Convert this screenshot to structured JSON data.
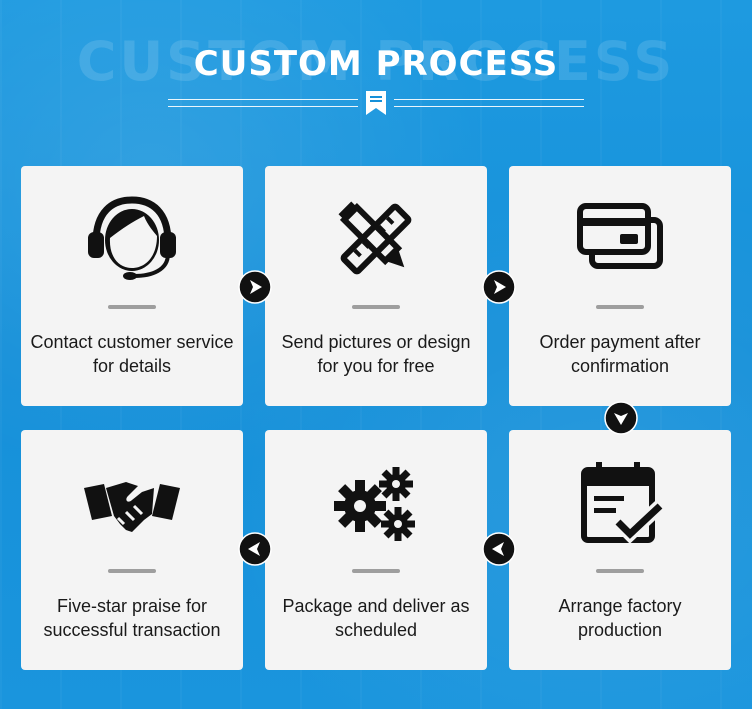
{
  "header": {
    "ghost_text": "CUSTOM PROCESS",
    "title": "CUSTOM PROCESS"
  },
  "steps": [
    {
      "label": "Contact customer service for details",
      "icon": "headset-agent-icon"
    },
    {
      "label": "Send pictures or design for you for free",
      "icon": "ruler-pencil-icon"
    },
    {
      "label": "Order payment after confirmation",
      "icon": "credit-cards-icon"
    },
    {
      "label": "Arrange factory production",
      "icon": "calendar-check-icon"
    },
    {
      "label": "Package and deliver as scheduled",
      "icon": "gears-icon"
    },
    {
      "label": "Five-star praise for successful transaction",
      "icon": "handshake-icon"
    }
  ],
  "colors": {
    "background": "#1690d9",
    "card": "#f4f4f4",
    "icon": "#111111",
    "arrow_fill": "#111111",
    "arrow_glyph": "#ffffff"
  }
}
